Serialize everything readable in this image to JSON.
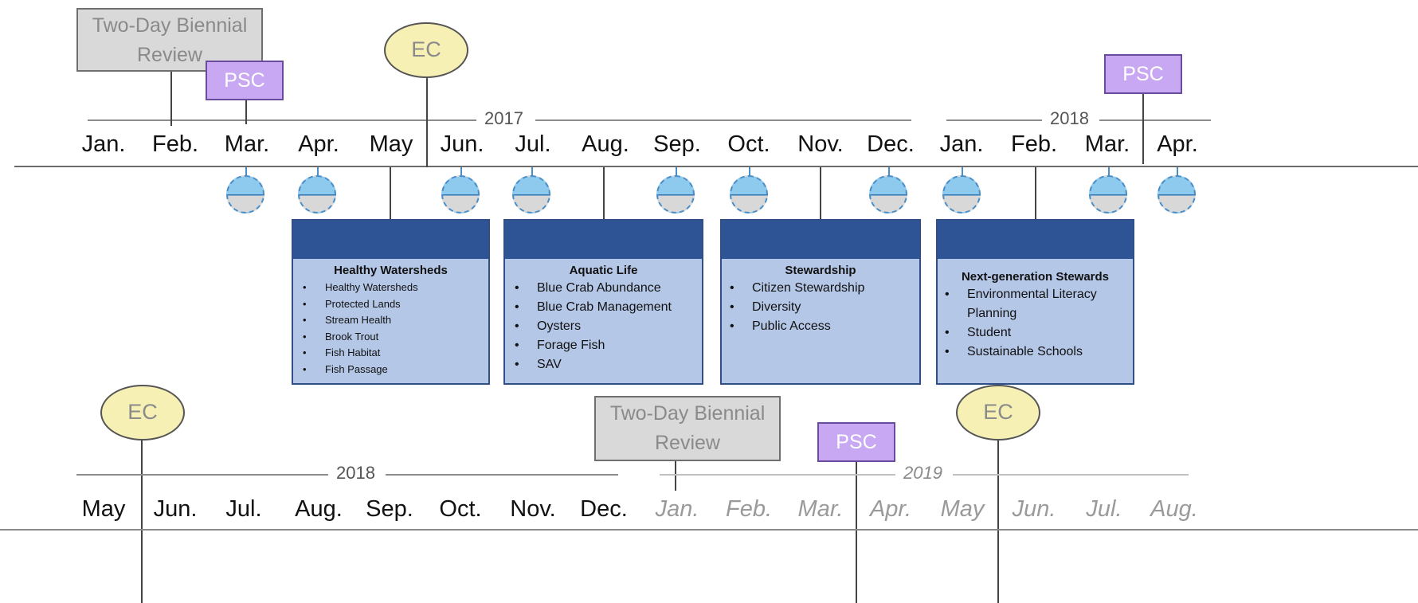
{
  "top_timeline": {
    "years": [
      "2017",
      "2018"
    ],
    "months": [
      {
        "label": "Jan.",
        "future": false
      },
      {
        "label": "Feb.",
        "future": false
      },
      {
        "label": "Mar.",
        "future": false
      },
      {
        "label": "Apr.",
        "future": false
      },
      {
        "label": "May",
        "future": false
      },
      {
        "label": "Jun.",
        "future": false
      },
      {
        "label": "Jul.",
        "future": false
      },
      {
        "label": "Aug.",
        "future": false
      },
      {
        "label": "Sep.",
        "future": false
      },
      {
        "label": "Oct.",
        "future": false
      },
      {
        "label": "Nov.",
        "future": false
      },
      {
        "label": "Dec.",
        "future": false
      },
      {
        "label": "Jan.",
        "future": false
      },
      {
        "label": "Feb.",
        "future": false
      },
      {
        "label": "Mar.",
        "future": false
      },
      {
        "label": "Apr.",
        "future": false
      }
    ],
    "biennial_review": "Two-Day Biennial Review",
    "psc_1": "PSC",
    "psc_2": "PSC",
    "ec": "EC"
  },
  "goal_boxes": [
    {
      "title": "Healthy Watersheds",
      "items": [
        "Healthy Watersheds",
        "Protected Lands",
        "Stream Health",
        "Brook Trout",
        "Fish Habitat",
        "Fish Passage"
      ]
    },
    {
      "title": "Aquatic Life",
      "items": [
        "Blue Crab Abundance",
        "Blue Crab Management",
        "Oysters",
        "Forage Fish",
        "SAV"
      ]
    },
    {
      "title": "Stewardship",
      "items": [
        "Citizen Stewardship",
        "Diversity",
        "Public Access"
      ]
    },
    {
      "title": "Next-generation Stewards",
      "items": [
        "Environmental Literacy Planning",
        "Student",
        "Sustainable Schools"
      ]
    }
  ],
  "bottom_timeline": {
    "years": [
      "2018",
      "2019"
    ],
    "months": [
      {
        "label": "May",
        "future": false
      },
      {
        "label": "Jun.",
        "future": false
      },
      {
        "label": "Jul.",
        "future": false
      },
      {
        "label": "Aug.",
        "future": false
      },
      {
        "label": "Sep.",
        "future": false
      },
      {
        "label": "Oct.",
        "future": false
      },
      {
        "label": "Nov.",
        "future": false
      },
      {
        "label": "Dec.",
        "future": false
      },
      {
        "label": "Jan.",
        "future": true
      },
      {
        "label": "Feb.",
        "future": true
      },
      {
        "label": "Mar.",
        "future": true
      },
      {
        "label": "Apr.",
        "future": true
      },
      {
        "label": "May",
        "future": true
      },
      {
        "label": "Jun.",
        "future": true
      },
      {
        "label": "Jul.",
        "future": true
      },
      {
        "label": "Aug.",
        "future": true
      }
    ],
    "ec_1": "EC",
    "biennial_review": "Two-Day Biennial Review",
    "psc": "PSC",
    "ec_2": "EC"
  },
  "meeting_icons": {
    "months": [
      "Mar.",
      "Apr.",
      "Jun.",
      "Jul.",
      "Sep.",
      "Oct.",
      "Dec.",
      "Jan.",
      "Mar.",
      "Apr."
    ]
  },
  "colors": {
    "goal_header": "#2f5496",
    "goal_body": "#b4c7e7",
    "psc_fill": "#c8a8f2",
    "ec_fill": "#f6f0b5",
    "review_fill": "#d9d9d9",
    "meeting_icon_top": "#8ec9ee"
  }
}
